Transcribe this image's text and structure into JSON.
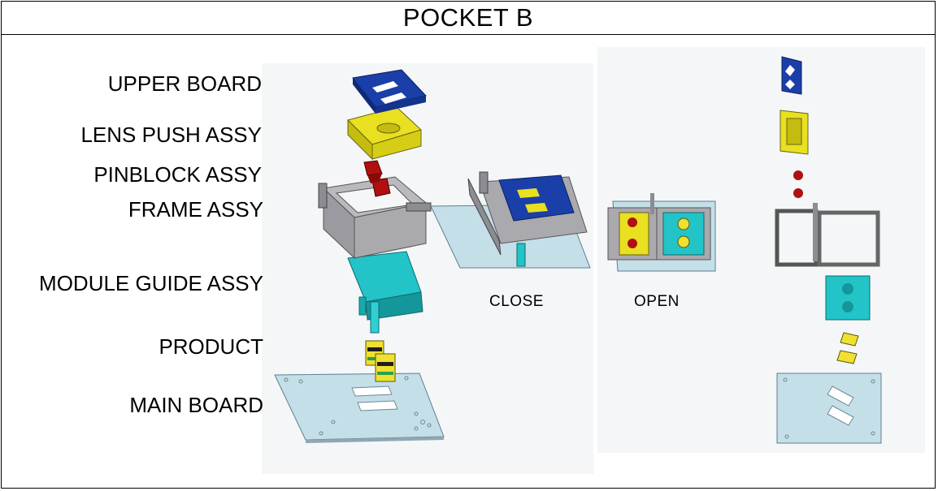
{
  "title": "POCKET B",
  "labels": {
    "upper_board": "UPPER BOARD",
    "lens_push": "LENS PUSH ASSY",
    "pinblock": "PINBLOCK ASSY",
    "frame": "FRAME ASSY",
    "module_guide": "MODULE GUIDE ASSY",
    "product": "PRODUCT",
    "main_board": "MAIN BOARD"
  },
  "states": {
    "close": "CLOSE",
    "open": "OPEN"
  },
  "colors": {
    "upper_board": "#1a3fa8",
    "lens_push": "#e8e020",
    "pinblock": "#b01010",
    "frame": "#a9a9ae",
    "module_guide": "#22c4c8",
    "product": "#f0e030",
    "main_board": "#c5dfe8"
  }
}
